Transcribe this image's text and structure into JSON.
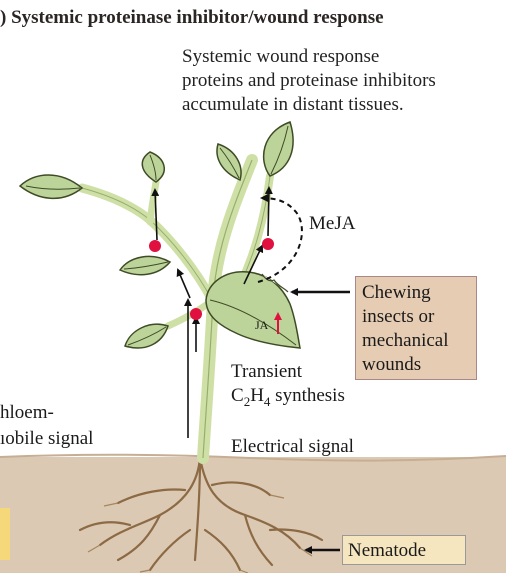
{
  "title": ") Systemic proteinase inhibitor/wound response",
  "caption": {
    "lines": [
      "Systemic wound response",
      "proteins and proteinase inhibitors",
      "accumulate in distant tissues."
    ]
  },
  "labels": {
    "meja": "MeJA",
    "ja": "JA",
    "transient_line1": "Transient",
    "transient_line2_prefix": "C",
    "transient_line2_sub1": "2",
    "transient_line2_mid": "H",
    "transient_line2_sub2": "4",
    "transient_line2_suffix": " synthesis",
    "phloem_line1": "hloem-",
    "phloem_line2": "ıobile signal",
    "electrical": "Electrical signal",
    "chewing_lines": [
      "Chewing",
      "insects or",
      "mechanical",
      "wounds"
    ],
    "nematode": "Nematode"
  },
  "colors": {
    "soil": "#dcc9b4",
    "stem": "#cfe0a7",
    "leaf": "#bcd49a",
    "signal_dot": "#e0103f",
    "chewing_box": "#e6ccb3",
    "nematode_box": "#f6e6bf"
  }
}
